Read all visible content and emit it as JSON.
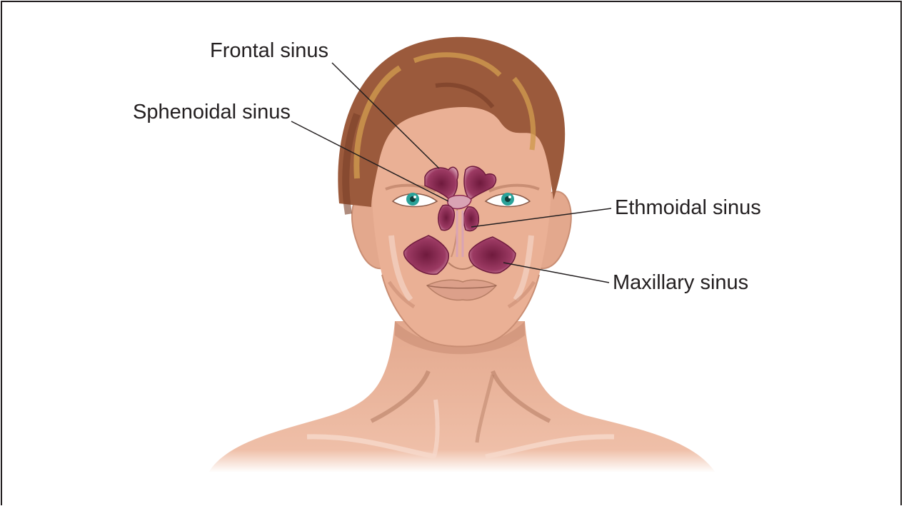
{
  "diagram": {
    "labels": {
      "frontal": "Frontal sinus",
      "sphenoidal": "Sphenoidal sinus",
      "ethmoidal": "Ethmoidal sinus",
      "maxillary": "Maxillary sinus"
    },
    "colors": {
      "skin": "#eab095",
      "skin_shadow": "#c98e74",
      "hair": "#9b5a3c",
      "hair_highlight": "#cf9a4e",
      "sinus": "#8d2b52",
      "sinus_light": "#d9a3b4",
      "eye": "#2aa198",
      "line": "#231f20"
    }
  }
}
